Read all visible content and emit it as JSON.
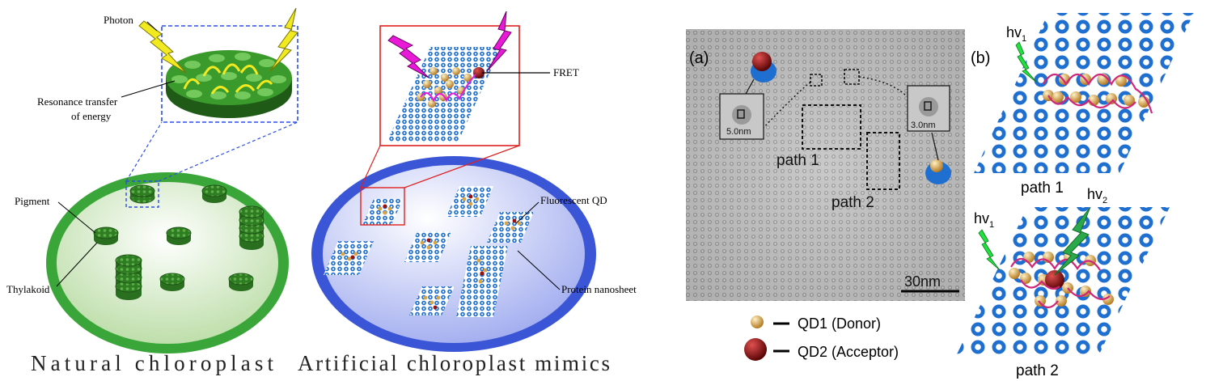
{
  "left_panel": {
    "labels": {
      "photon": "Photon",
      "resonance_line1": "Resonance transfer",
      "resonance_line2": "of energy",
      "pigment": "Pigment",
      "thylakoid": "Thylakoid",
      "fret": "FRET",
      "fluorescent_qd": "Fluorescent QD",
      "protein_nanosheet": "Protein nanosheet"
    },
    "captions": {
      "natural": "Natural chloroplast",
      "artificial": "Artificial chloroplast mimics"
    }
  },
  "tem_panel": {
    "panel_label": "(a)",
    "inset_left_size": "5.0nm",
    "inset_right_size": "3.0nm",
    "path1": "path 1",
    "path2": "path 2",
    "scale_bar": "30nm"
  },
  "legend": {
    "qd1": "QD1 (Donor)",
    "qd2": "QD2 (Acceptor)"
  },
  "right_panel": {
    "panel_label": "(b)",
    "hv1_top_base": "hv",
    "hv1_top_sub": "1",
    "hv1_bottom_base": "hv",
    "hv1_bottom_sub": "1",
    "hv2_base": "hv",
    "hv2_sub": "2",
    "path1": "path 1",
    "path2": "path 2"
  },
  "colors": {
    "chloroplast_green": "#3aa63a",
    "thylakoid_green": "#2f7d22",
    "artificial_blue": "#3a55d6",
    "protein_blue": "#1f6fd0",
    "qd_gold": "#d9a441",
    "qd_red": "#9b0f0f",
    "path_magenta": "#d0267a",
    "photon_yellow": "#f2ea20",
    "photon_magenta": "#e81ad8",
    "photon_green": "#2aa84a",
    "inset_dashed_blue": "#2f4fe0",
    "inset_red": "#e02020"
  }
}
